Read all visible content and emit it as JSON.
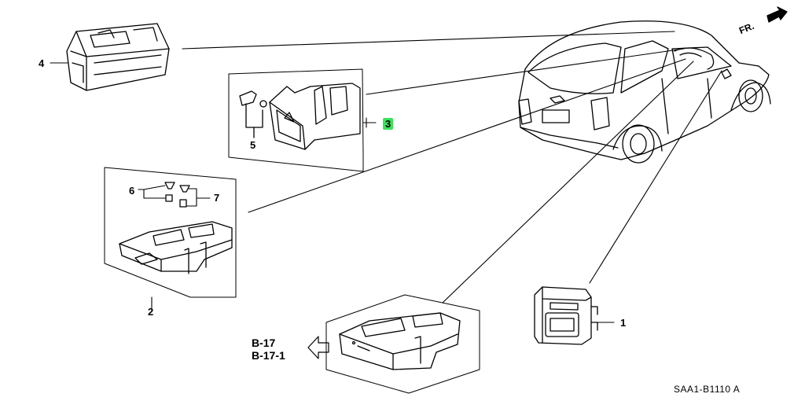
{
  "callouts": {
    "c1": "1",
    "c2": "2",
    "c3": "3",
    "c4": "4",
    "c5": "5",
    "c6": "6",
    "c7": "7"
  },
  "highlight_color": "#39e35a",
  "references": [
    "B-17",
    "B-17-1"
  ],
  "front_marker": "FR.",
  "diagram_code": "SAA1-B1110 A",
  "icons": [
    "car-outline",
    "arrow-right-icon",
    "hollow-arrow-left-icon"
  ]
}
